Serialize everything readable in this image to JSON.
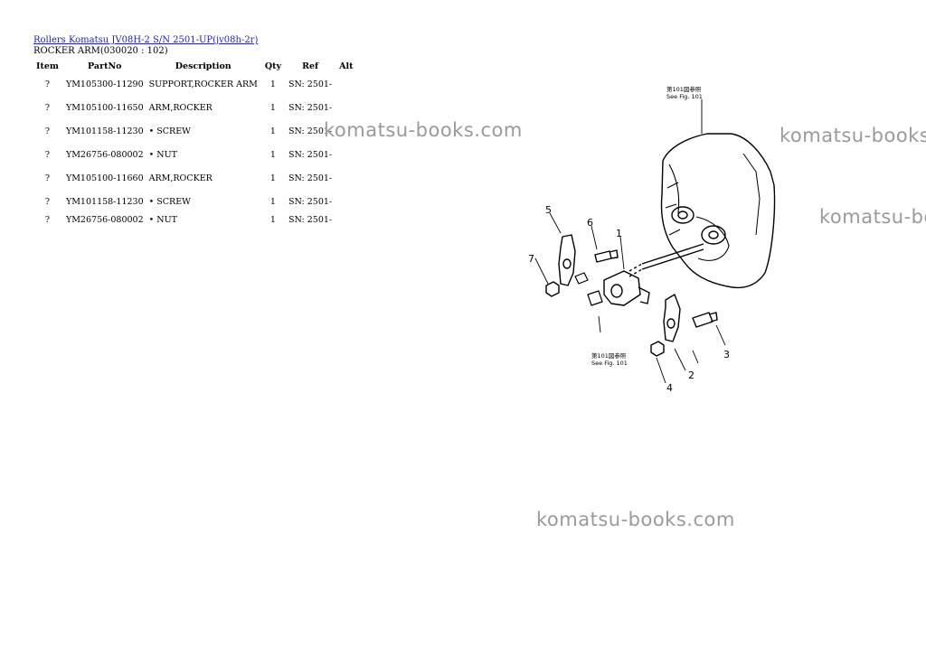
{
  "header": {
    "breadcrumb_link": "Rollers Komatsu JV08H-2 S/N 2501-UP(jv08h-2r)",
    "subtitle": "ROCKER ARM(030020 : 102)"
  },
  "table": {
    "headers": {
      "item": "Item",
      "partno": "PartNo",
      "description": "Description",
      "qty": "Qty",
      "ref": "Ref",
      "alt": "Alt"
    },
    "rows": [
      {
        "item": "?",
        "partno": "YM105300-11290",
        "description": "SUPPORT,ROCKER ARM",
        "qty": "1",
        "ref": "SN: 2501-",
        "alt": ""
      },
      {
        "item": "?",
        "partno": "YM105100-11650",
        "description": "ARM,ROCKER",
        "qty": "1",
        "ref": "SN: 2501-",
        "alt": ""
      },
      {
        "item": "?",
        "partno": "YM101158-11230",
        "description": "• SCREW",
        "qty": "1",
        "ref": "SN: 2501-",
        "alt": ""
      },
      {
        "item": "?",
        "partno": "YM26756-080002",
        "description": "• NUT",
        "qty": "1",
        "ref": "SN: 2501-",
        "alt": ""
      },
      {
        "item": "?",
        "partno": "YM105100-11660",
        "description": "ARM,ROCKER",
        "qty": "1",
        "ref": "SN: 2501-",
        "alt": ""
      },
      {
        "item": "?",
        "partno": "YM101158-11230",
        "description": "• SCREW",
        "qty": "1",
        "ref": "SN: 2501-",
        "alt": ""
      },
      {
        "item": "?",
        "partno": "YM26756-080002",
        "description": "• NUT",
        "qty": "1",
        "ref": "SN: 2501-",
        "alt": ""
      }
    ]
  },
  "watermark": "komatsu-books.com",
  "diagram": {
    "callouts": [
      "1",
      "2",
      "3",
      "4",
      "5",
      "6",
      "7"
    ],
    "ref_top": {
      "line1": "第101図参照",
      "line2": "See Fig. 101"
    },
    "ref_bottom": {
      "line1": "第101図参照",
      "line2": "See Fig. 101"
    }
  }
}
